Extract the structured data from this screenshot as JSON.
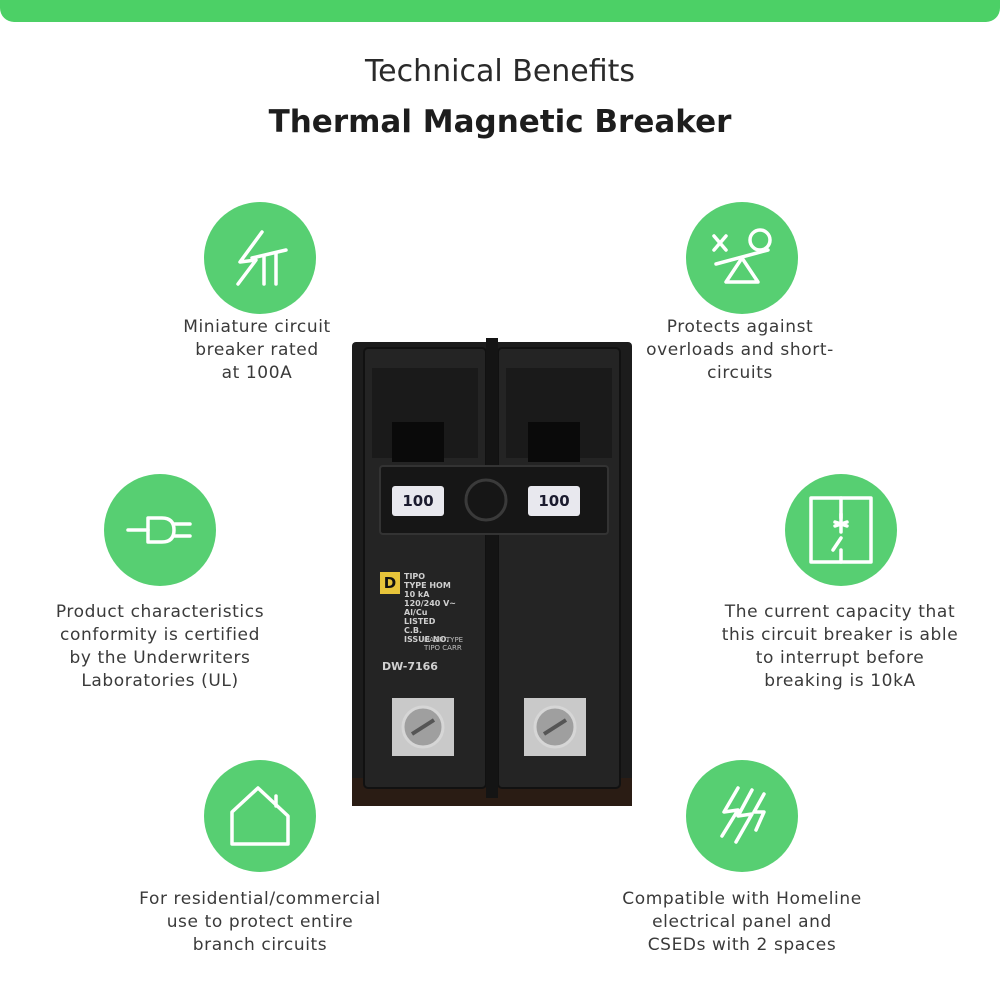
{
  "header": {
    "subtitle": "Technical Benefits",
    "title": "Thermal Magnetic Breaker"
  },
  "colors": {
    "accent": "#4cd066",
    "circle": "#57cf72",
    "text": "#333333"
  },
  "features": [
    {
      "icon": "lightning-power-icon",
      "lines": [
        "Miniature circuit",
        "breaker rated",
        "at 100A"
      ]
    },
    {
      "icon": "seesaw-balance-icon",
      "lines": [
        "Protects against",
        "overloads and short-",
        "circuits"
      ]
    },
    {
      "icon": "plug-icon",
      "lines": [
        "Product characteristics",
        "conformity is certified",
        "by the Underwriters",
        "Laboratories (UL)"
      ]
    },
    {
      "icon": "circuit-switch-icon",
      "lines": [
        "The current capacity that",
        "this circuit breaker is able",
        "to interrupt before",
        "breaking is 10kA"
      ]
    },
    {
      "icon": "house-icon",
      "lines": [
        "For residential/commercial",
        "use to protect entire",
        "branch circuits"
      ]
    },
    {
      "icon": "double-lightning-icon",
      "lines": [
        "Compatible with Homeline",
        "electrical panel and",
        "CSEDs with 2 spaces"
      ]
    }
  ],
  "breaker": {
    "left_rating": "100",
    "right_rating": "100",
    "logo_letter": "D",
    "label_lines": [
      "TYPE HOM",
      "TIPO",
      "10 kA",
      "120/240 V~",
      "Al/Cu",
      "LISTED",
      "C.B.",
      "ISSUE NO.",
      "DW-7166",
      "HACR TYPE",
      "TIPO CARR"
    ]
  }
}
